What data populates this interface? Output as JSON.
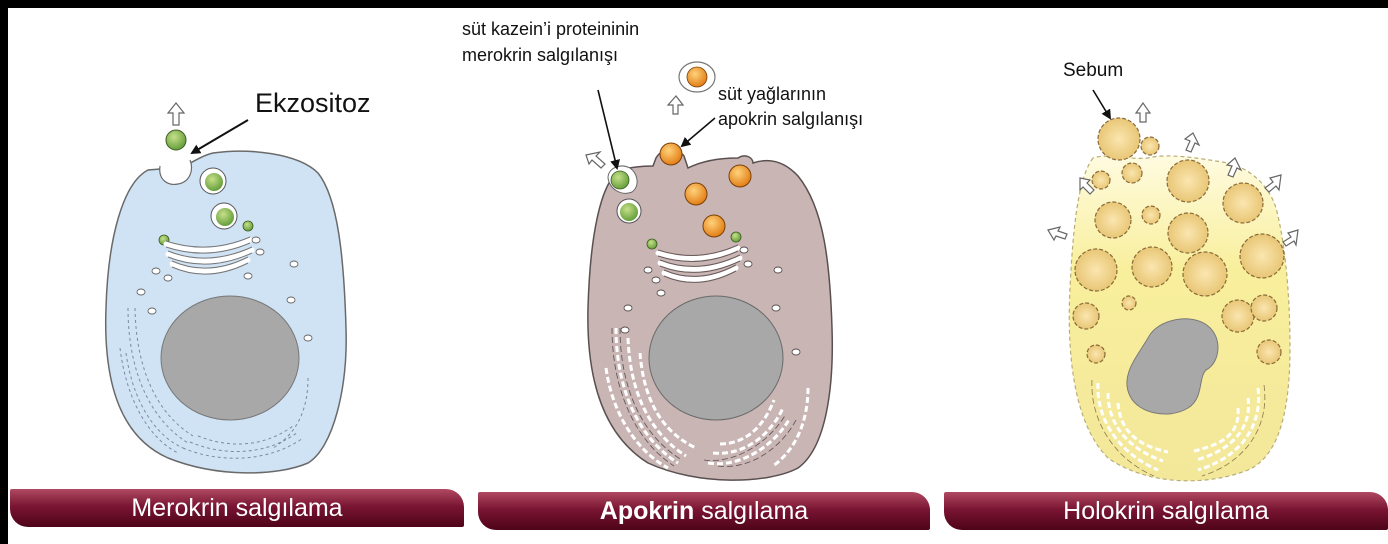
{
  "panels": [
    {
      "id": "merokrin",
      "banner": "Merokrin salgılama",
      "callout": "Ekzositoz",
      "cell_color": "#cfe3f5",
      "granule_color": "#6fa642"
    },
    {
      "id": "apokrin",
      "banner_bold": "Apokrin",
      "banner_rest": " salgılama",
      "callout_top": [
        "süt kazein’i proteininin",
        "merokrin salgılanışı"
      ],
      "callout_right": [
        "süt yağlarının",
        "apokrin salgılanışı"
      ],
      "cell_color": "#c8b5b4",
      "fat_color": "#e68a1a"
    },
    {
      "id": "holokrin",
      "banner": "Holokrin salgılama",
      "callout": "Sebum",
      "cell_color": "#f5ec9c",
      "droplet_color": "#e9cd7d"
    }
  ],
  "colors": {
    "nucleus": "#a8a8a8",
    "banner": "#7a1533",
    "outline": "#555555"
  }
}
